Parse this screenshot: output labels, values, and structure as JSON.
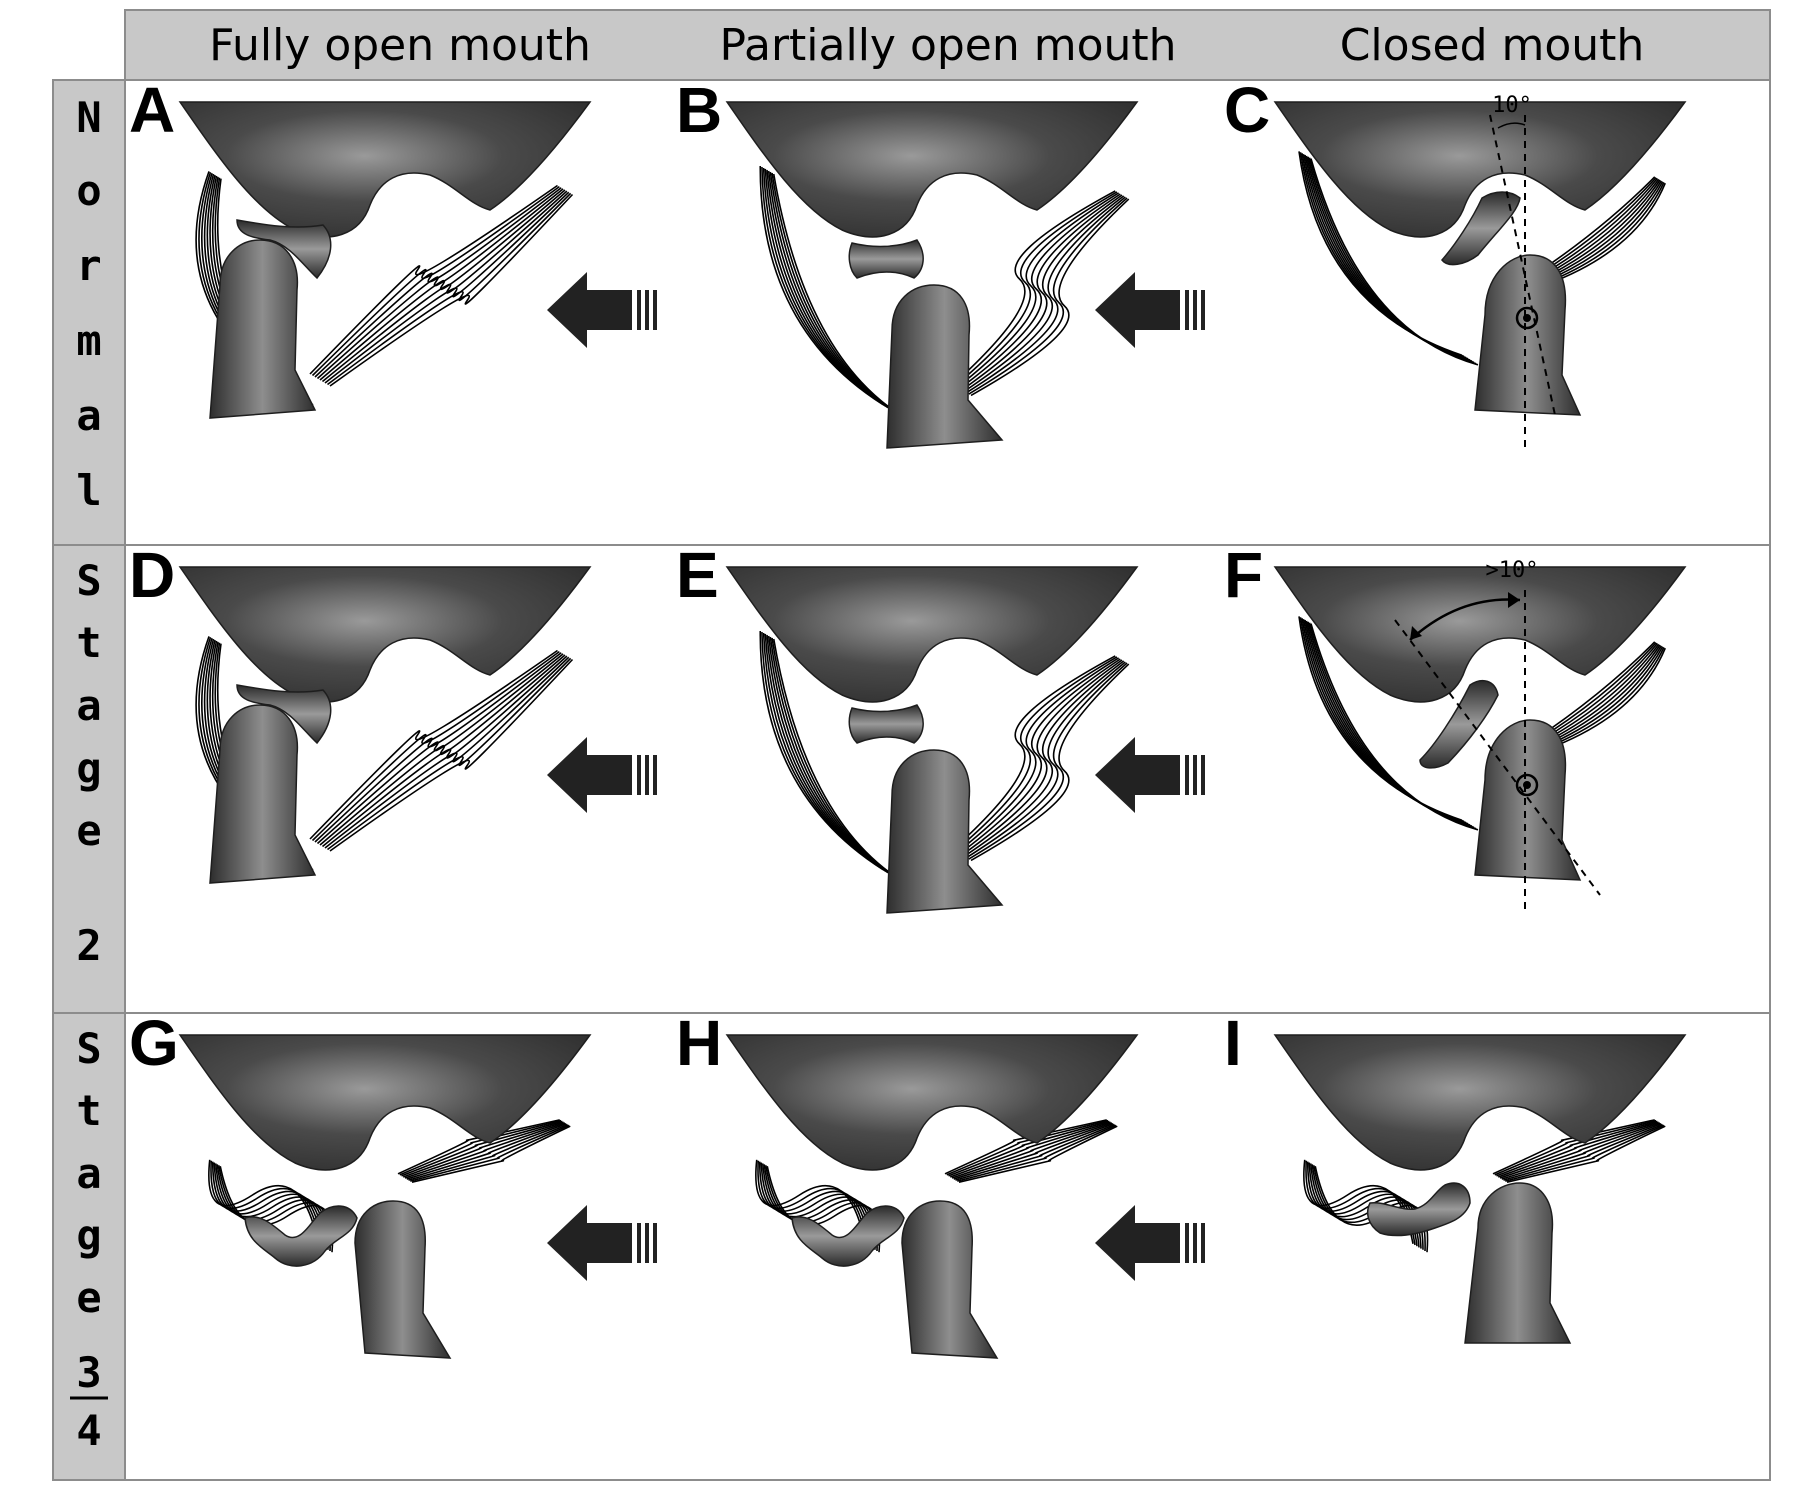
{
  "column_headers": [
    "Fully open mouth",
    "Partially open mouth",
    "Closed mouth"
  ],
  "rows": [
    {
      "label_chars": [
        "N",
        "o",
        "r",
        "m",
        "a",
        "l"
      ],
      "fraction": null
    },
    {
      "label_chars": [
        "S",
        "t",
        "a",
        "g",
        "e",
        "",
        "2"
      ],
      "fraction": null
    },
    {
      "label_chars": [
        "S",
        "t",
        "a",
        "g",
        "e"
      ],
      "fraction": {
        "numerator": "3",
        "denominator": "4"
      }
    }
  ],
  "panels": [
    {
      "letter": "A",
      "row": 0,
      "col": 0,
      "angle": ""
    },
    {
      "letter": "B",
      "row": 0,
      "col": 1,
      "angle": ""
    },
    {
      "letter": "C",
      "row": 0,
      "col": 2,
      "angle": "10°"
    },
    {
      "letter": "D",
      "row": 1,
      "col": 0,
      "angle": ""
    },
    {
      "letter": "E",
      "row": 1,
      "col": 1,
      "angle": ""
    },
    {
      "letter": "F",
      "row": 1,
      "col": 2,
      "angle": ">10°"
    },
    {
      "letter": "G",
      "row": 2,
      "col": 0,
      "angle": ""
    },
    {
      "letter": "H",
      "row": 2,
      "col": 1,
      "angle": ""
    },
    {
      "letter": "I",
      "row": 2,
      "col": 2,
      "angle": ""
    }
  ],
  "colors": {
    "header_background": "#c8c8c8",
    "bone_dark": "#3a3a3a",
    "bone_light": "#8a8a8a",
    "line": "#000000",
    "border": "#8c8c8c"
  }
}
